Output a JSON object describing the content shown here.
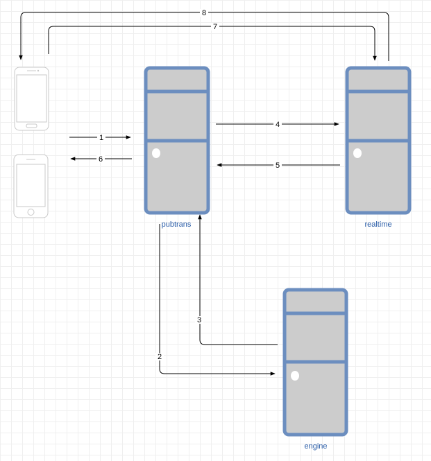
{
  "nodes": {
    "pubtrans": {
      "label": "pubtrans"
    },
    "realtime": {
      "label": "realtime"
    },
    "engine": {
      "label": "engine"
    }
  },
  "clients": [
    "android-phone",
    "iphone"
  ],
  "edges": [
    {
      "id": "e1",
      "label": "1",
      "from": "clients",
      "to": "pubtrans"
    },
    {
      "id": "e2",
      "label": "2",
      "from": "pubtrans",
      "to": "engine"
    },
    {
      "id": "e3",
      "label": "3",
      "from": "engine",
      "to": "pubtrans"
    },
    {
      "id": "e4",
      "label": "4",
      "from": "pubtrans",
      "to": "realtime"
    },
    {
      "id": "e5",
      "label": "5",
      "from": "realtime",
      "to": "pubtrans"
    },
    {
      "id": "e6",
      "label": "6",
      "from": "pubtrans",
      "to": "clients"
    },
    {
      "id": "e7",
      "label": "7",
      "from": "clients",
      "to": "realtime"
    },
    {
      "id": "e8",
      "label": "8",
      "from": "realtime",
      "to": "clients"
    }
  ],
  "colors": {
    "server_stroke": "#6c8ebf",
    "server_fill": "#cccccc",
    "label": "#2a5da8",
    "edge": "#000000",
    "phone_stroke": "#c8c8c8"
  }
}
